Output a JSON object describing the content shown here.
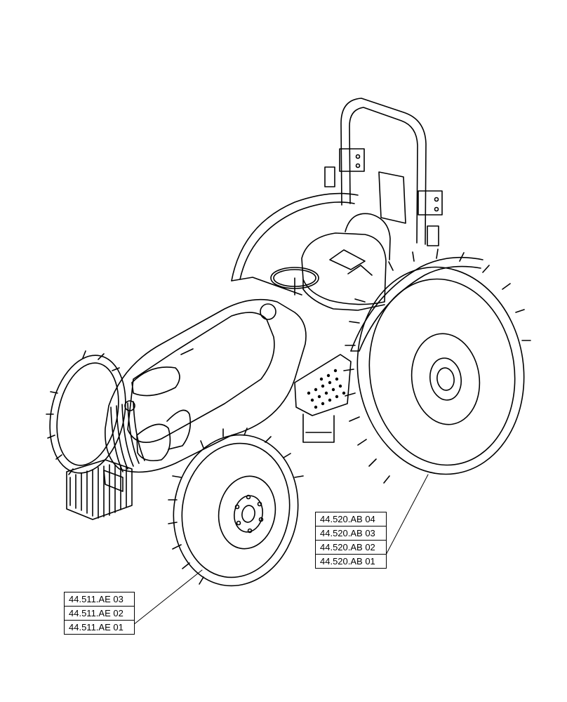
{
  "callouts": {
    "rear_wheel": {
      "items": [
        "44.520.AB 04",
        "44.520.AB 03",
        "44.520.AB 02",
        "44.520.AB 01"
      ]
    },
    "front_wheel": {
      "items": [
        "44.511.AE 03",
        "44.511.AE 02",
        "44.511.AE 01"
      ]
    }
  }
}
